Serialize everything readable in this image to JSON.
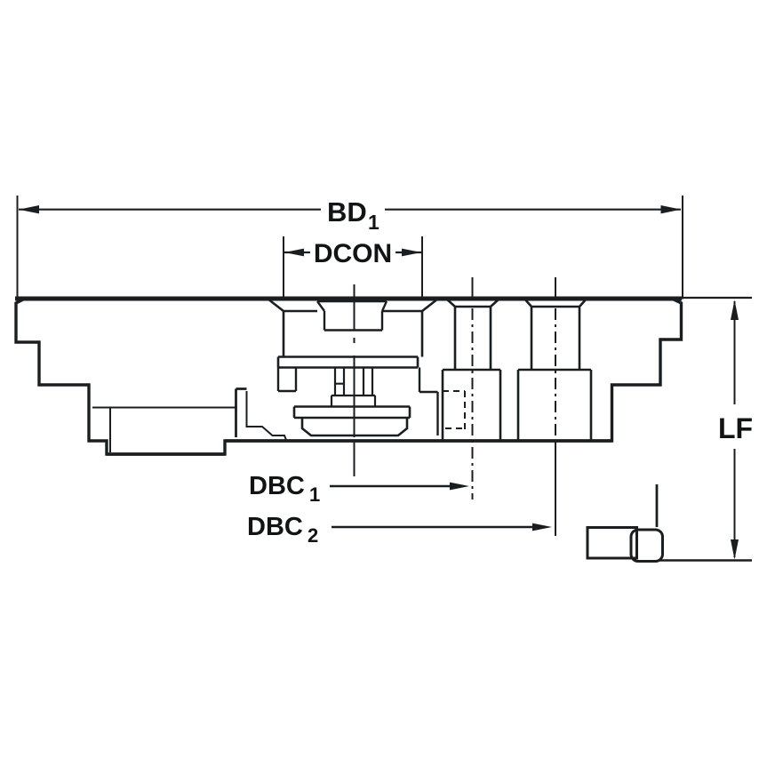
{
  "drawing": {
    "type": "technical-dimension-drawing",
    "subject": "milling cutter body cross-section with indexable insert detail",
    "colors": {
      "background": "#ffffff",
      "body_fill": "#b5c8d4",
      "holder_fill": "#b4c1cd",
      "insert_fill": "#f6c50b",
      "line": "#1b1e20"
    },
    "labels": {
      "bd1_main": "BD",
      "bd1_sub": "1",
      "dcon": "DCON",
      "dbc1_main": "DBC",
      "dbc1_sub": "1",
      "dbc2_main": "DBC",
      "dbc2_sub": "2",
      "lf": "LF"
    }
  }
}
